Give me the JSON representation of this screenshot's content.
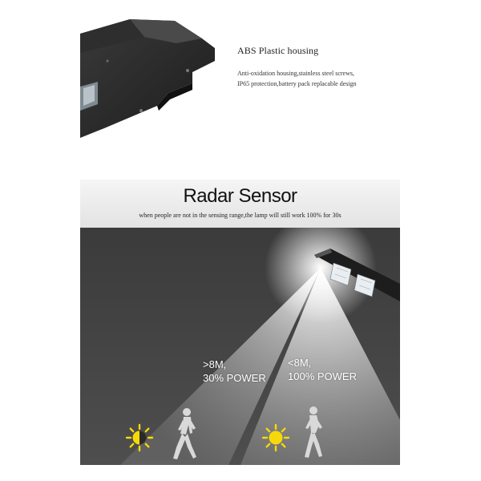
{
  "housing": {
    "title": "ABS Plastic housing",
    "description_line1": "Anti-oxidation housing,stainless steel screws,",
    "description_line2": "IP65 protection,battery pack replacable design"
  },
  "radar": {
    "title": "Radar Sensor",
    "subtitle": "when people are not in the sensing range,the lamp will still work 100% for 30s",
    "zones": [
      {
        "line1": ">8M,",
        "line2": "30% POWER"
      },
      {
        "line1": "<8M,",
        "line2": "100% POWER"
      }
    ]
  },
  "icons": [
    "half-sun-icon",
    "walking-person-icon",
    "full-sun-icon",
    "walking-person-icon"
  ],
  "colors": {
    "scene_background": "#444444",
    "sun_yellow": "#f5d90a",
    "beam_white": "#ffffff"
  }
}
